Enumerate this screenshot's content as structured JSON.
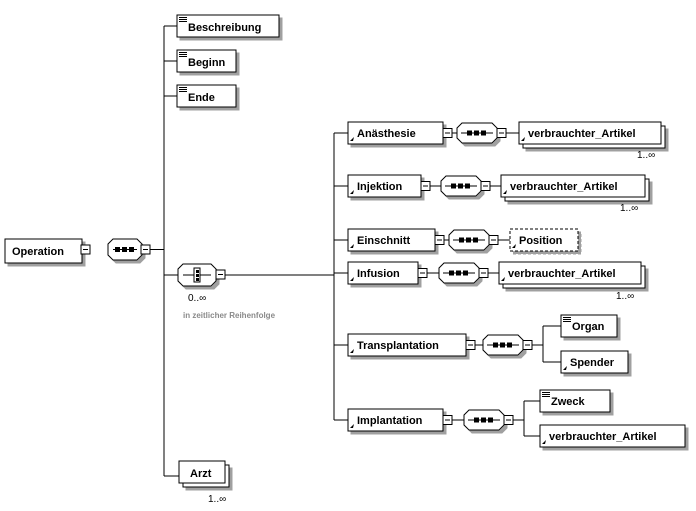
{
  "root": {
    "label": "Operation"
  },
  "simple_elements": [
    {
      "id": "beschreibung",
      "label": "Beschreibung"
    },
    {
      "id": "beginn",
      "label": "Beginn"
    },
    {
      "id": "ende",
      "label": "Ende"
    }
  ],
  "choice": {
    "cardinality": "0..∞",
    "note": "in zeitlicher Reihenfolge"
  },
  "arzt": {
    "label": "Arzt",
    "cardinality": "1..∞"
  },
  "children": [
    {
      "id": "anaesthesie",
      "label": "Anästhesie",
      "sub": [
        {
          "label": "verbrauchter_Artikel",
          "cardinality": "1..∞"
        }
      ]
    },
    {
      "id": "injektion",
      "label": "Injektion",
      "sub": [
        {
          "label": "verbrauchter_Artikel",
          "cardinality": "1..∞"
        }
      ]
    },
    {
      "id": "einschnitt",
      "label": "Einschnitt",
      "sub": [
        {
          "label": "Position"
        }
      ]
    },
    {
      "id": "infusion",
      "label": "Infusion",
      "sub": [
        {
          "label": "verbrauchter_Artikel",
          "cardinality": "1..∞"
        }
      ]
    },
    {
      "id": "transplantation",
      "label": "Transplantation",
      "sub": [
        {
          "label": "Organ"
        },
        {
          "label": "Spender"
        }
      ]
    },
    {
      "id": "implantation",
      "label": "Implantation",
      "sub": [
        {
          "label": "Zweck"
        },
        {
          "label": "verbrauchter_Artikel"
        }
      ]
    }
  ]
}
